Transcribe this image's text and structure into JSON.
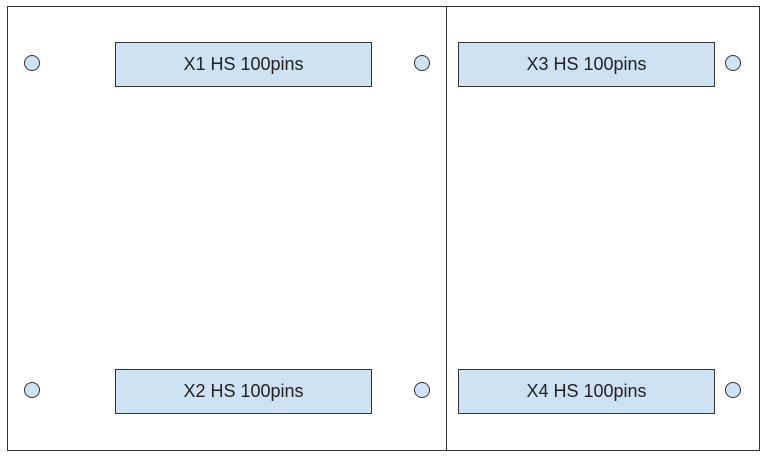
{
  "connectors": {
    "x1": "X1 HS 100pins",
    "x2": "X2 HS 100pins",
    "x3": "X3 HS 100pins",
    "x4": "X4 HS 100pins"
  },
  "colors": {
    "connector_fill": "#cfe2f3",
    "outline": "#333333",
    "background": "#ffffff"
  }
}
